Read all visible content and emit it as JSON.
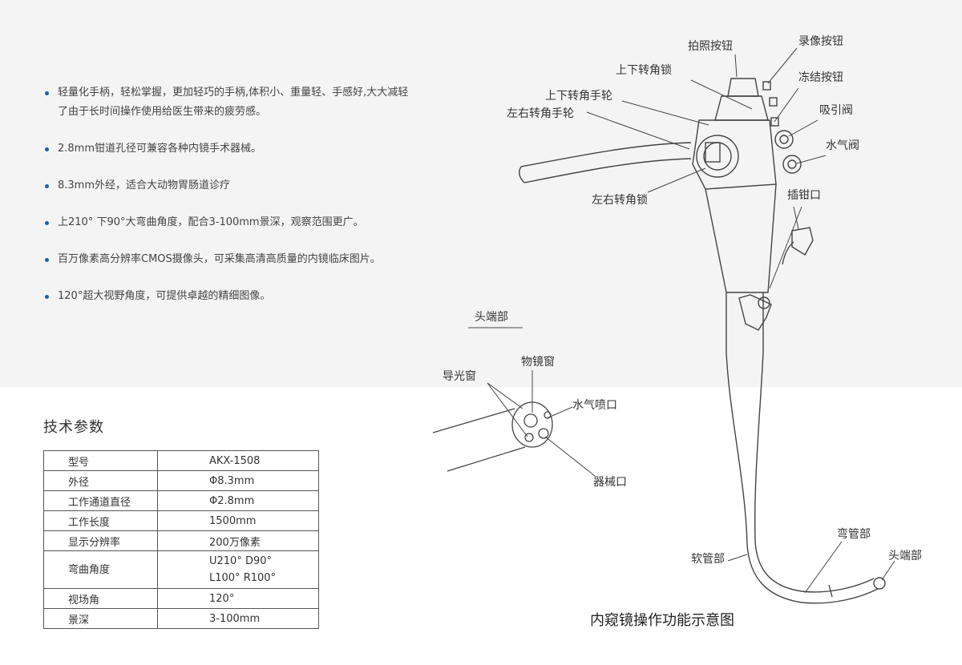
{
  "features": [
    "轻量化手柄，轻松掌握，更加轻巧的手柄,体积小、重量轻、手感好,大大减轻了由于长时间操作使用给医生带来的疲劳感。",
    "2.8mm钳道孔径可兼容各种内镜手术器械。",
    "8.3mm外经，适合大动物胃肠道诊疗",
    "上210° 下90°大弯曲角度，配合3-100mm景深，观察范围更广。",
    "百万像素高分辨率CMOS摄像头，可采集高清高质量的内镜临床图片。",
    "120°超大视野角度，可提供卓越的精细图像。"
  ],
  "spec_title": "技术参数",
  "specs": [
    {
      "k": "型号",
      "v": "AKX-1508"
    },
    {
      "k": "外径",
      "v": "Φ8.3mm"
    },
    {
      "k": "工作通道直径",
      "v": "Φ2.8mm"
    },
    {
      "k": "工作长度",
      "v": "1500mm"
    },
    {
      "k": "显示分辨率",
      "v": "200万像素"
    },
    {
      "k": "弯曲角度",
      "v": "U210°  D90°",
      "v2": "L100°  R100°"
    },
    {
      "k": "视场角",
      "v": "120°"
    },
    {
      "k": "景深",
      "v": "3-100mm"
    }
  ],
  "diagram": {
    "photo_button": "拍照按钮",
    "record_button": "录像按钮",
    "ud_lock": "上下转角锁",
    "freeze_button": "冻结按钮",
    "ud_wheel": "上下转角手轮",
    "lr_wheel": "左右转角手轮",
    "suction_valve": "吸引阀",
    "air_water_valve": "水气阀",
    "lr_lock": "左右转角锁",
    "instrument_inlet": "插钳口",
    "tip_section_title": "头端部",
    "light_guide": "导光窗",
    "objective_lens": "物镜窗",
    "air_water_nozzle": "水气喷口",
    "instrument_channel": "器械口",
    "insertion_tube": "软管部",
    "bending_section": "弯管部",
    "distal_tip": "头端部",
    "caption": "内窥镜操作功能示意图"
  }
}
